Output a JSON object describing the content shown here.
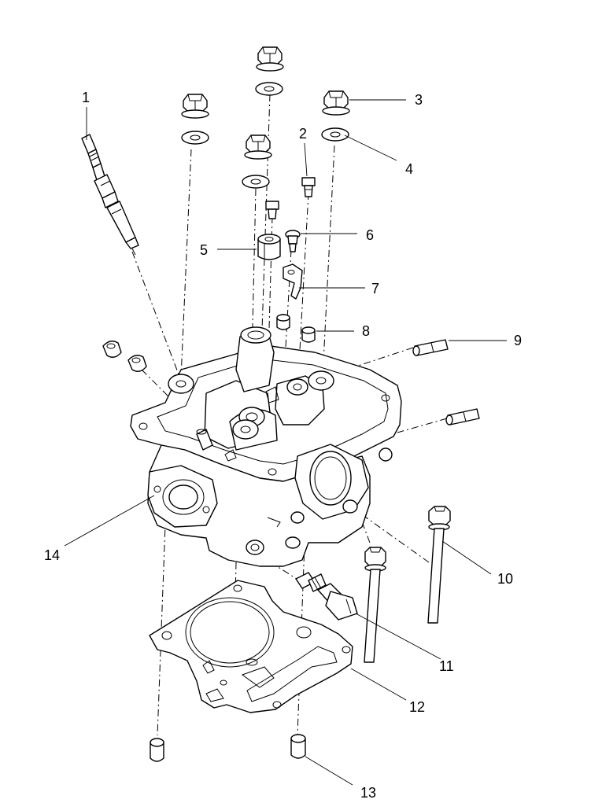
{
  "callouts": [
    "1",
    "2",
    "3",
    "4",
    "5",
    "6",
    "7",
    "8",
    "9",
    "10",
    "11",
    "12",
    "13",
    "14"
  ]
}
